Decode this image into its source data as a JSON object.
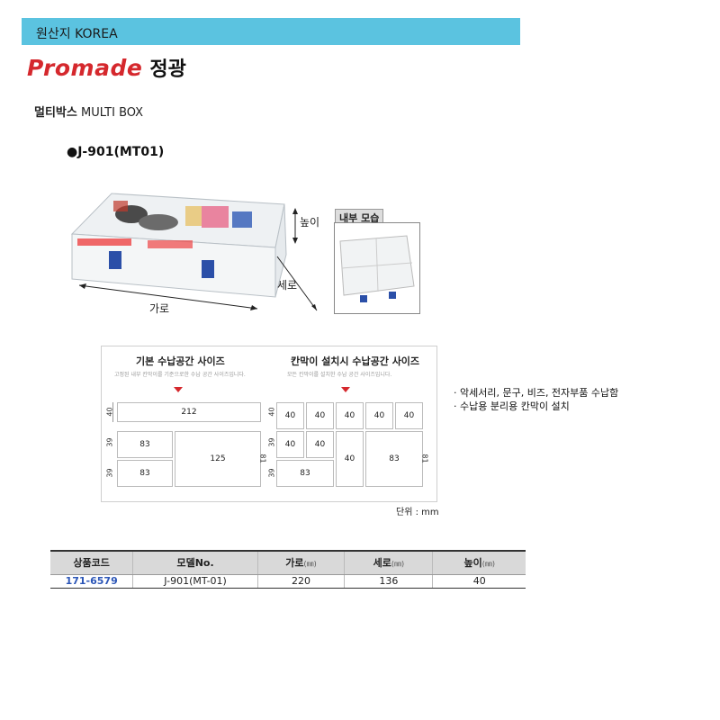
{
  "header": {
    "origin": "원산지 KOREA",
    "brand_en": "Promade",
    "brand_ko": "정광"
  },
  "product": {
    "name_ko": "멀티박스",
    "name_en": "MULTI BOX",
    "model_title": "●J-901(MT01)"
  },
  "photo": {
    "height_label": "높이",
    "depth_label": "세로",
    "width_label": "가로",
    "inside_label": "내부 모습"
  },
  "diagram": {
    "left_title": "기본 수납공간 사이즈",
    "left_sub": "고정된 내부 칸막이를 기준으로한 수납 공간 사이즈입니다.",
    "right_title": "칸막이 설치시 수납공간 사이즈",
    "right_sub": "모든 칸막이를 설치한 수납 공간 사이즈입니다.",
    "left": {
      "top": "212",
      "mid_left": "83",
      "bot_left": "83",
      "big": "125",
      "h_top": "40",
      "h_mid": "39",
      "h_bot": "39",
      "h_right": "81"
    },
    "right": {
      "c1": "40",
      "c2": "40",
      "c3": "40",
      "c4": "40",
      "c5": "40",
      "c6": "40",
      "c7": "40",
      "c8": "40",
      "c9": "83",
      "c10": "83",
      "h_top": "40",
      "h_mid": "39",
      "h_bot": "39",
      "h_right": "81"
    },
    "unit": "단위 : mm"
  },
  "features": [
    "· 악세서리, 문구, 비즈, 전자부품 수납함",
    "· 수납용 분리용 칸막이 설치"
  ],
  "table": {
    "headers": [
      "상품코드",
      "모델No.",
      "가로",
      "세로",
      "높이"
    ],
    "unit": "(㎜)",
    "row": [
      "171-6579",
      "J-901(MT-01)",
      "220",
      "136",
      "40"
    ]
  },
  "colors": {
    "origin_bar": "#5bc3e0",
    "brand_red": "#d5282d",
    "code_blue": "#2c56b7"
  }
}
